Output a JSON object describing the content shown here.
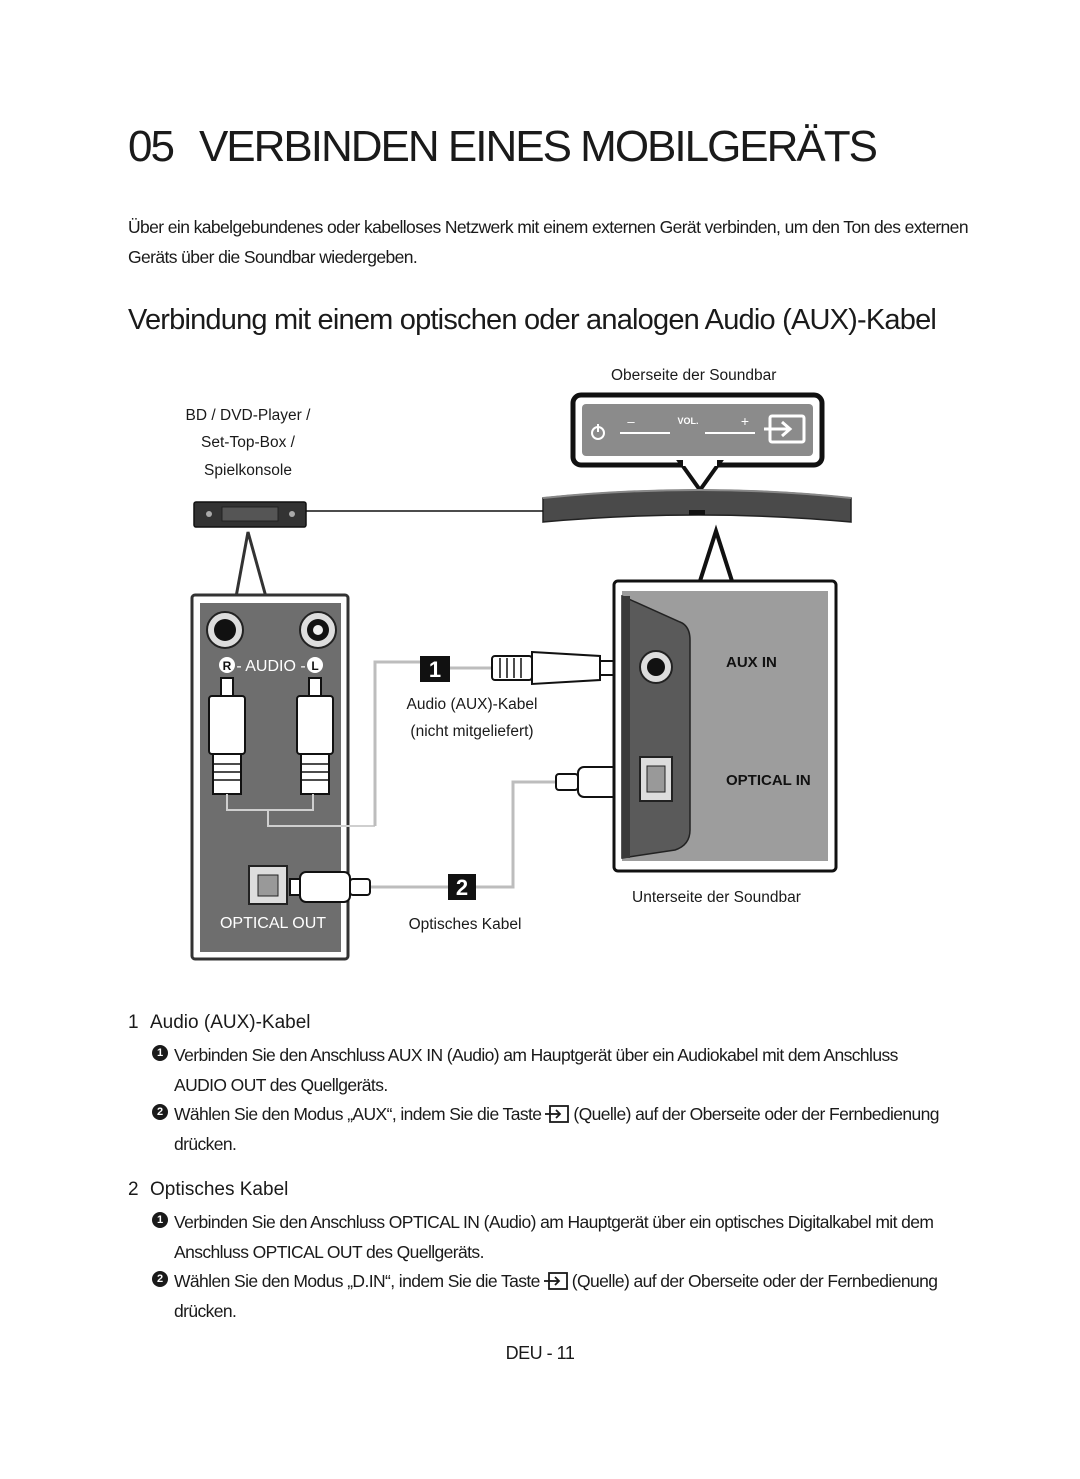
{
  "chapter": {
    "number": "05",
    "title": "VERBINDEN EINES MOBILGERÄTS"
  },
  "intro": "Über ein kabelgebundenes oder kabelloses Netzwerk mit einem externen Gerät verbinden, um den Ton des externen Geräts über die Soundbar wiedergeben.",
  "section_heading": "Verbindung mit einem optischen oder analogen Audio (AUX)-Kabel",
  "diagram": {
    "top_label": "Oberseite der Soundbar",
    "source_device_line1": "BD / DVD-Player /",
    "source_device_line2": "Set-Top-Box /",
    "source_device_line3": "Spielkonsole",
    "panel_vol_minus": "–",
    "panel_vol_label": "VOL.",
    "panel_vol_plus": "+",
    "audio_port_label": "AUDIO",
    "audio_r": "R",
    "audio_l": "L",
    "optical_out_label": "OPTICAL OUT",
    "aux_in_label": "AUX IN",
    "optical_in_label": "OPTICAL IN",
    "marker1": "1",
    "marker2": "2",
    "aux_cable_line1": "Audio (AUX)-Kabel",
    "aux_cable_line2": "(nicht mitgeliefert)",
    "optical_cable_label": "Optisches Kabel",
    "bottom_label": "Unterseite der Soundbar"
  },
  "items": [
    {
      "number": "1",
      "title": "Audio (AUX)-Kabel",
      "steps": [
        {
          "bullet": "1",
          "text": "Verbinden Sie den Anschluss AUX IN (Audio) am Hauptgerät über ein Audiokabel mit dem Anschluss AUDIO OUT des Quellgeräts."
        },
        {
          "bullet": "2",
          "text_before": "Wählen Sie den Modus „AUX“, indem Sie die Taste",
          "text_after": "(Quelle) auf der Oberseite oder der Fernbedienung drücken."
        }
      ]
    },
    {
      "number": "2",
      "title": "Optisches Kabel",
      "steps": [
        {
          "bullet": "1",
          "text": "Verbinden Sie den Anschluss OPTICAL IN (Audio) am Hauptgerät über ein optisches Digitalkabel mit dem Anschluss OPTICAL OUT des Quellgeräts."
        },
        {
          "bullet": "2",
          "text_before": "Wählen Sie den Modus „D.IN“, indem Sie die Taste",
          "text_after": "(Quelle) auf der Oberseite oder der Fernbedienung drücken."
        }
      ]
    }
  ],
  "page_number": "DEU - 11",
  "icons": {
    "source": "source-icon",
    "power": "power-icon"
  }
}
